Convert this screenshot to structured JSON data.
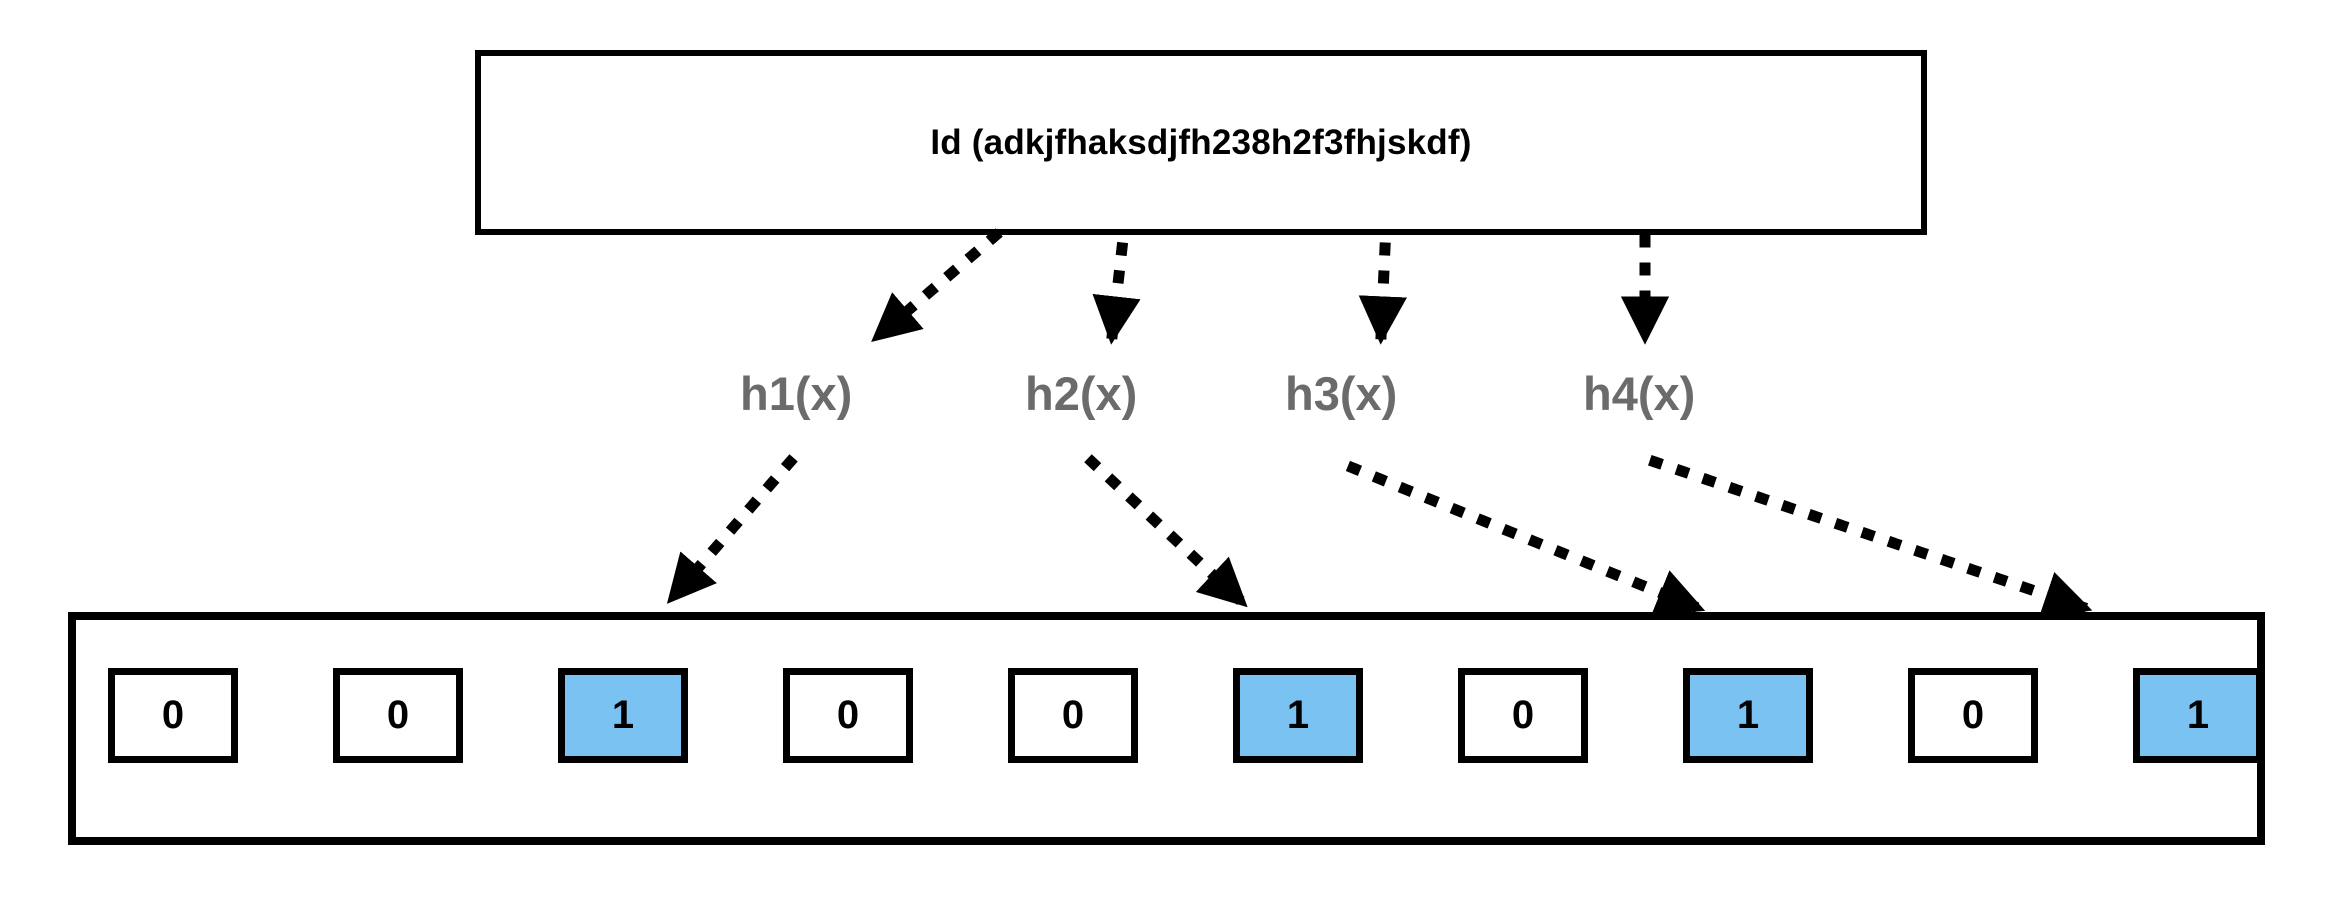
{
  "diagram": {
    "title": "bloom-filter-insertion",
    "source_box": {
      "label": "Id (adkjfhaksdjfh238h2f3fhjskdf)"
    },
    "hash_functions": [
      {
        "label": "h1(x)",
        "target_index": 2
      },
      {
        "label": "h2(x)",
        "target_index": 5
      },
      {
        "label": "h3(x)",
        "target_index": 7
      },
      {
        "label": "h4(x)",
        "target_index": 9
      }
    ],
    "bit_array": {
      "bits": [
        "0",
        "0",
        "1",
        "0",
        "0",
        "1",
        "0",
        "1",
        "0",
        "1"
      ],
      "set_value": "1",
      "unset_value": "0"
    },
    "colors": {
      "set_bit_fill": "#79c2f2",
      "stroke": "#000000",
      "hash_label": "#6b6b6b",
      "background": "#ffffff"
    }
  }
}
